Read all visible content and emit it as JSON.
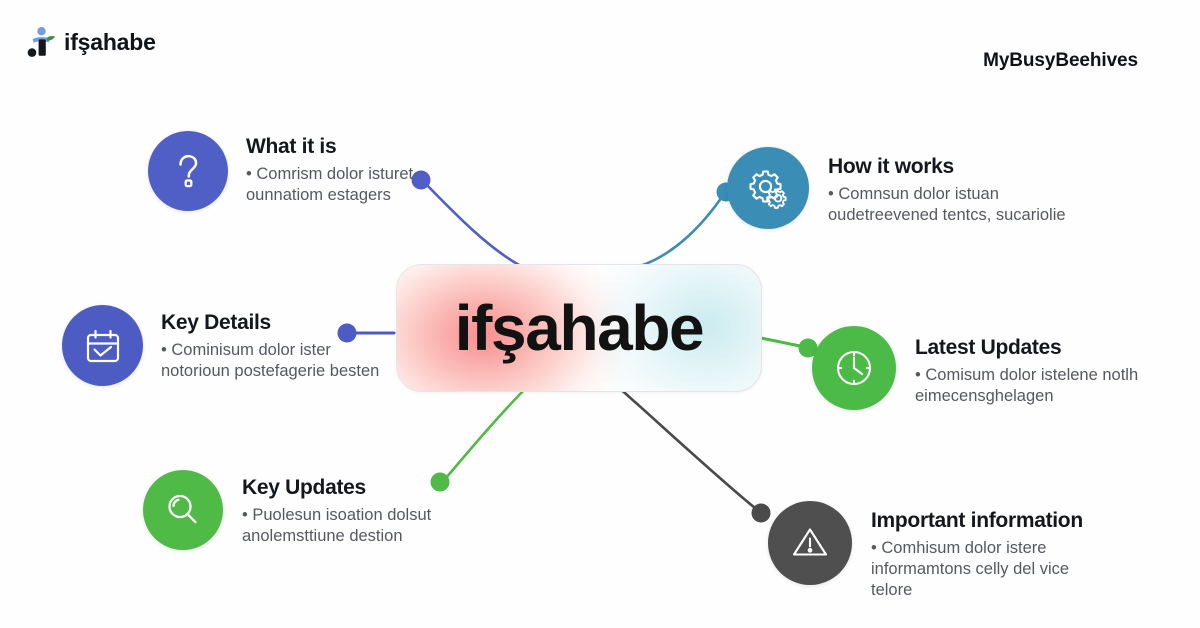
{
  "header": {
    "logo_text": "ifşahabe",
    "logo_icon": "person-figure-icon",
    "partner_label": "MyBusyBeehives"
  },
  "center": {
    "title": "ifşahabe"
  },
  "nodes": [
    {
      "id": "what-it-is",
      "title": "What it is",
      "body": "• Comrism dolor isturet ounnatiom estagers",
      "icon": "question-mark-icon",
      "color": "#4f5fc6"
    },
    {
      "id": "how-it-works",
      "title": "How it works",
      "body": "• Comnsun dolor istuan oudetreevened tentcs, sucariolie",
      "icon": "gears-icon",
      "color": "#3a8db5"
    },
    {
      "id": "key-details",
      "title": "Key Details",
      "body": "• Cominisum dolor ister notorioun postefagerie besten",
      "icon": "calendar-check-icon",
      "color": "#4c5cc3"
    },
    {
      "id": "latest-updates",
      "title": "Latest Updates",
      "body": "• Comisum dolor istelene notlh eimecensghelagen",
      "icon": "clock-icon",
      "color": "#4cba46"
    },
    {
      "id": "key-updates",
      "title": "Key Updates",
      "body": "• Puolesun isoation dolsut anolemsttiune destion",
      "icon": "magnifier-icon",
      "color": "#4fba45"
    },
    {
      "id": "important-info",
      "title": "Important information",
      "body": "• Comhisum dolor istere informamtons celly del vice telore",
      "icon": "warning-triangle-icon",
      "color": "#4f4f4f"
    }
  ]
}
